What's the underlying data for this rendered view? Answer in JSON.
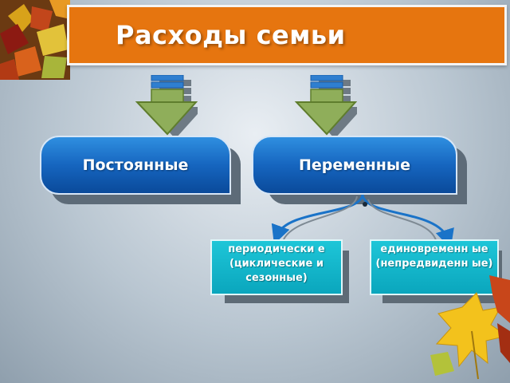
{
  "slide": {
    "title": "Расходы семьи"
  },
  "categories": [
    {
      "label": "Постоянные"
    },
    {
      "label": "Переменные"
    }
  ],
  "subcategories": [
    {
      "label": "периодически е (циклические и сезонные)"
    },
    {
      "label": "единовременн ые (непредвиденн ые)"
    }
  ],
  "colors": {
    "title_bar": "#e6750f",
    "main_box": "#1665bf",
    "sub_box": "#0aa6bd",
    "connector": "#1a73c8",
    "arrow": "#8fae5a"
  },
  "icons": [
    "autumn-leaves-icon",
    "down-arrow-icon",
    "down-arrow-icon",
    "autumn-leaves-icon"
  ]
}
